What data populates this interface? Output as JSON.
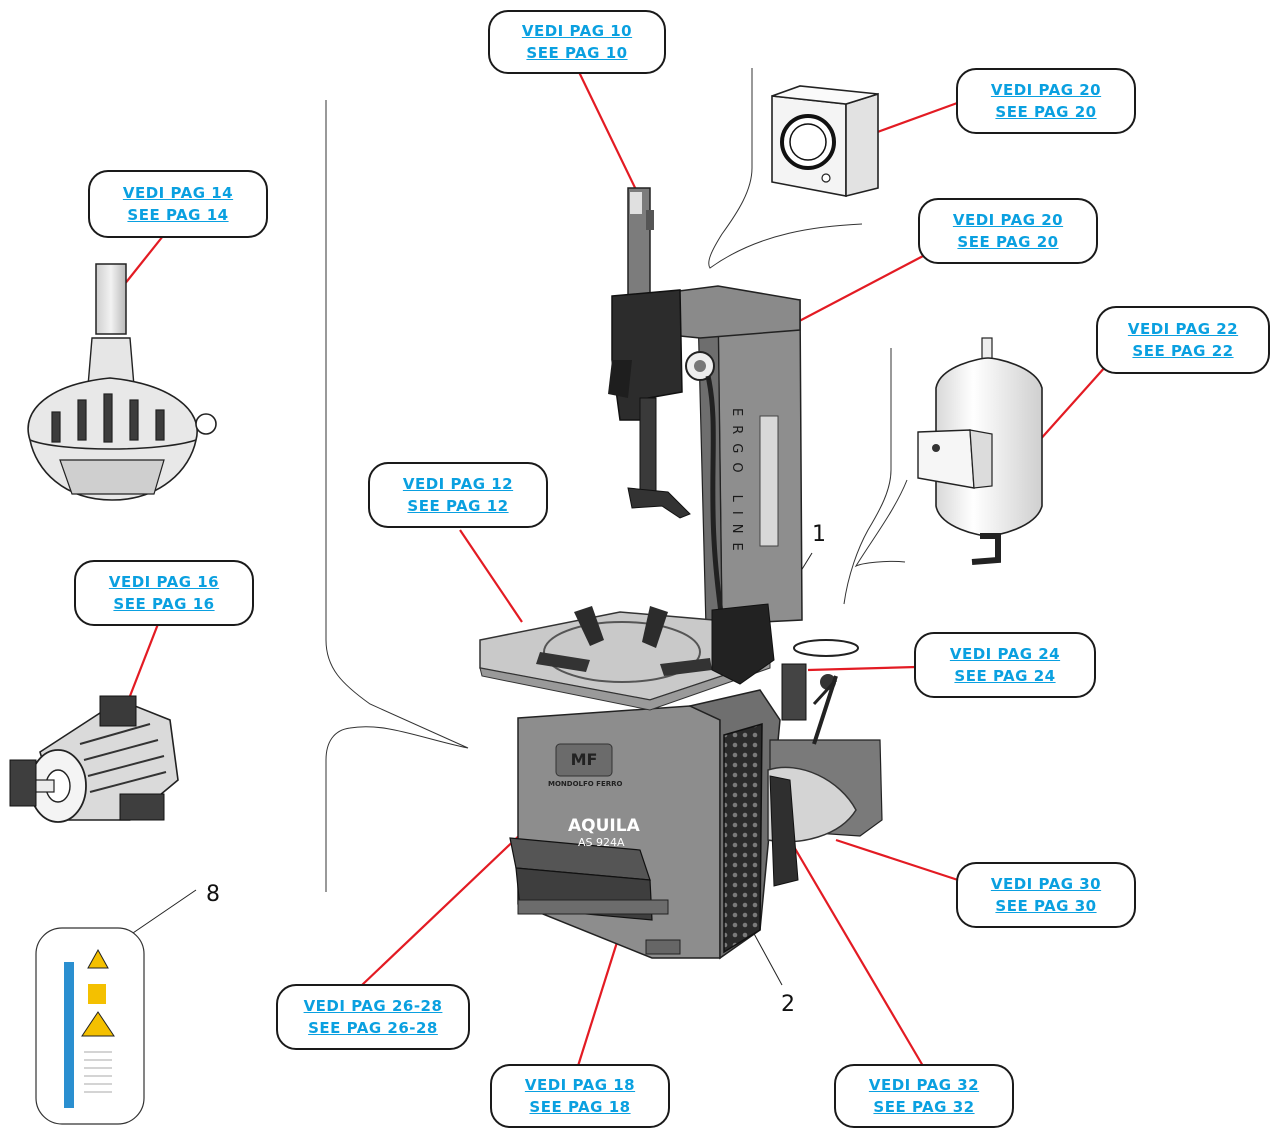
{
  "callouts": [
    {
      "id": "p10",
      "line1": "VEDI PAG 10",
      "line2": "SEE PAG 10"
    },
    {
      "id": "p20a",
      "line1": "VEDI PAG 20",
      "line2": "SEE PAG 20"
    },
    {
      "id": "p20b",
      "line1": "VEDI PAG 20",
      "line2": "SEE PAG 20"
    },
    {
      "id": "p14",
      "line1": "VEDI PAG 14",
      "line2": "SEE PAG 14"
    },
    {
      "id": "p22",
      "line1": "VEDI PAG 22",
      "line2": "SEE PAG 22"
    },
    {
      "id": "p12",
      "line1": "VEDI PAG 12",
      "line2": "SEE PAG 12"
    },
    {
      "id": "p16",
      "line1": "VEDI PAG 16",
      "line2": "SEE PAG 16"
    },
    {
      "id": "p24",
      "line1": "VEDI PAG 24",
      "line2": "SEE PAG 24"
    },
    {
      "id": "p30",
      "line1": "VEDI PAG 30",
      "line2": "SEE PAG 30"
    },
    {
      "id": "p2628",
      "line1": "VEDI PAG 26-28",
      "line2": "SEE PAG 26-28"
    },
    {
      "id": "p18",
      "line1": "VEDI PAG 18",
      "line2": "SEE PAG 18"
    },
    {
      "id": "p32",
      "line1": "VEDI PAG 32",
      "line2": "SEE PAG 32"
    }
  ],
  "part_numbers": [
    "1",
    "2",
    "8"
  ],
  "machine": {
    "column_text": "ERGO LINE",
    "brand_text": "MONDOLFO FERRO",
    "model_name": "AQUILA",
    "model_code": "AS 924A"
  },
  "colors": {
    "link": "#0aa0e0",
    "leader": "#e31b23",
    "body": "#8a8a8a",
    "dark": "#2b2b2b"
  }
}
